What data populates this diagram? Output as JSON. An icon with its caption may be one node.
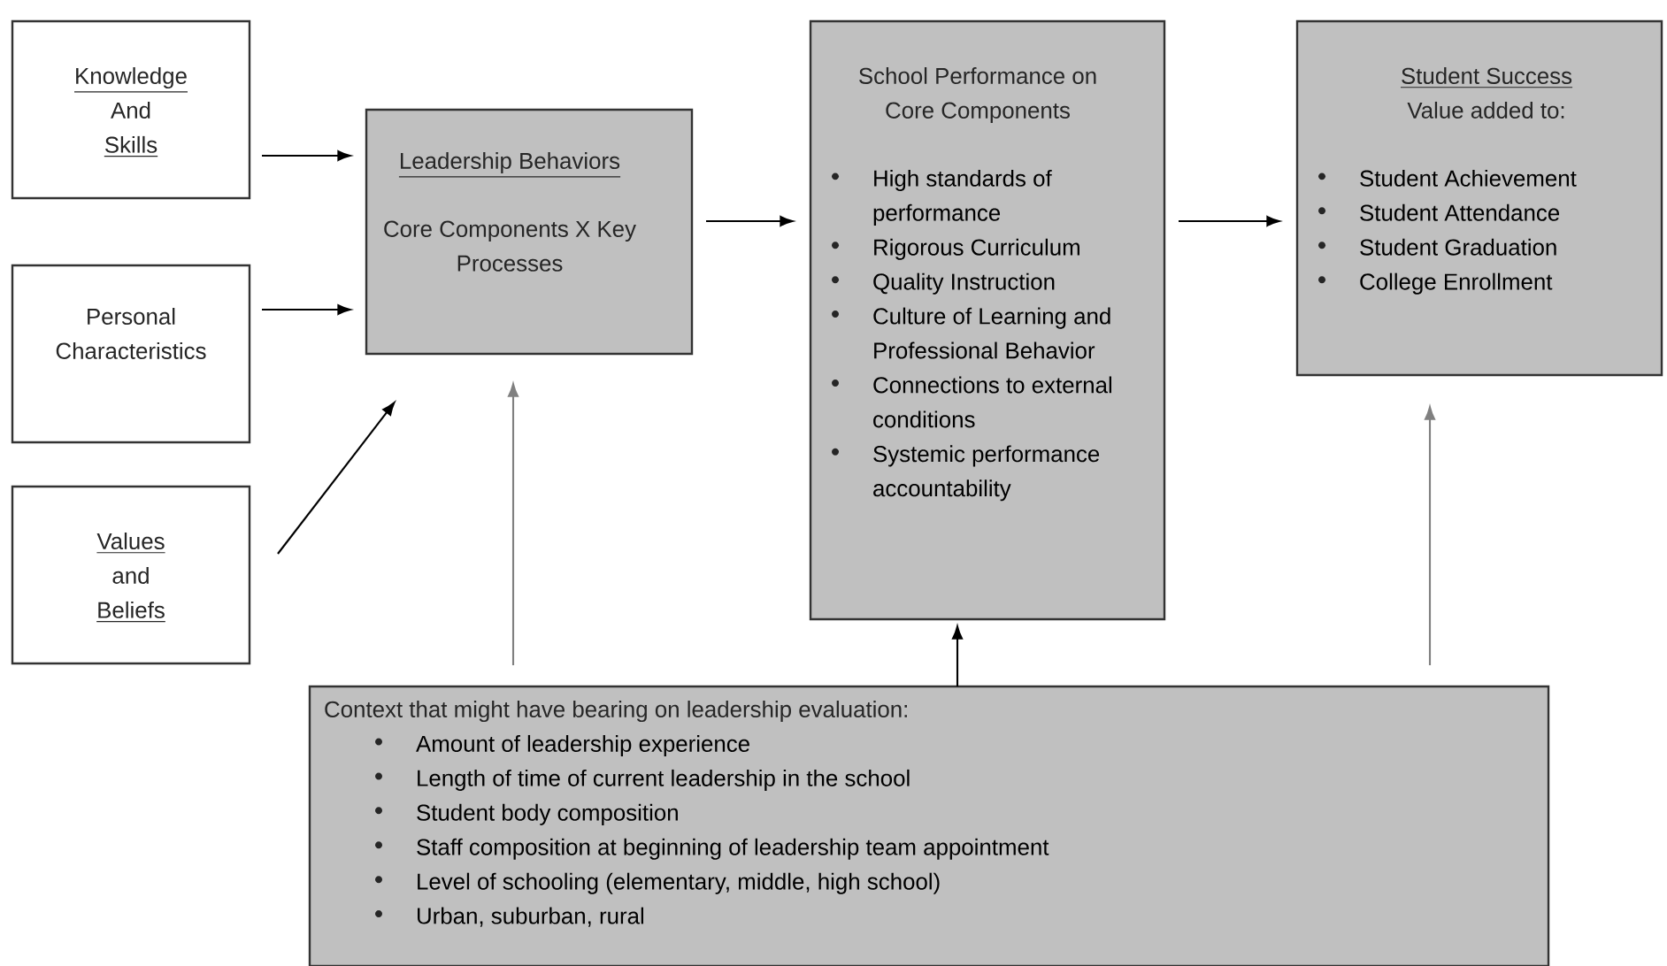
{
  "diagram": {
    "nodes": [
      {
        "text": [
          "Knowledge",
          "And",
          "Skills"
        ]
      },
      {
        "text": [
          "Personal Characteristics"
        ]
      },
      {
        "text": [
          "Values",
          "and",
          "Beliefs"
        ]
      },
      {
        "text": [
          "Leadership Behaviors",
          "Core Components X Key Processes"
        ]
      },
      {
        "text": [
          "School Performance on Core Components",
          "High standards of performance",
          "Rigorous Curriculum",
          "Quality Instruction",
          "Culture of Learning and Professional Behavior",
          "Connections to external conditions",
          "Systemic performance accountability"
        ]
      },
      {
        "text": [
          "Student Success",
          "Value added to:",
          "Student Achievement",
          "Student Attendance",
          "Student Graduation",
          "College Enrollment"
        ]
      },
      {
        "text": [
          "Context that might have bearing on leadership evaluation:",
          "Amount of leadership experience",
          "Length of time of current leadership in the school",
          "Student body composition",
          "Staff composition at beginning of leadership team appointment",
          "Level of schooling (elementary, middle, high school)",
          "Urban, suburban, rural"
        ]
      }
    ],
    "edges": [
      {
        "from": 0,
        "to": 3,
        "arrow": "to"
      },
      {
        "from": 1,
        "to": 3,
        "arrow": "to"
      },
      {
        "from": 2,
        "to": 3,
        "arrow": "to"
      },
      {
        "from": 3,
        "to": 4,
        "arrow": "to"
      },
      {
        "from": 4,
        "to": 5,
        "arrow": "to"
      },
      {
        "from": 6,
        "to": 3,
        "arrow": "to",
        "color": "#808080"
      },
      {
        "from": 6,
        "to": 4,
        "arrow": "to"
      },
      {
        "from": 6,
        "to": 5,
        "arrow": "to",
        "color": "#808080"
      }
    ]
  }
}
